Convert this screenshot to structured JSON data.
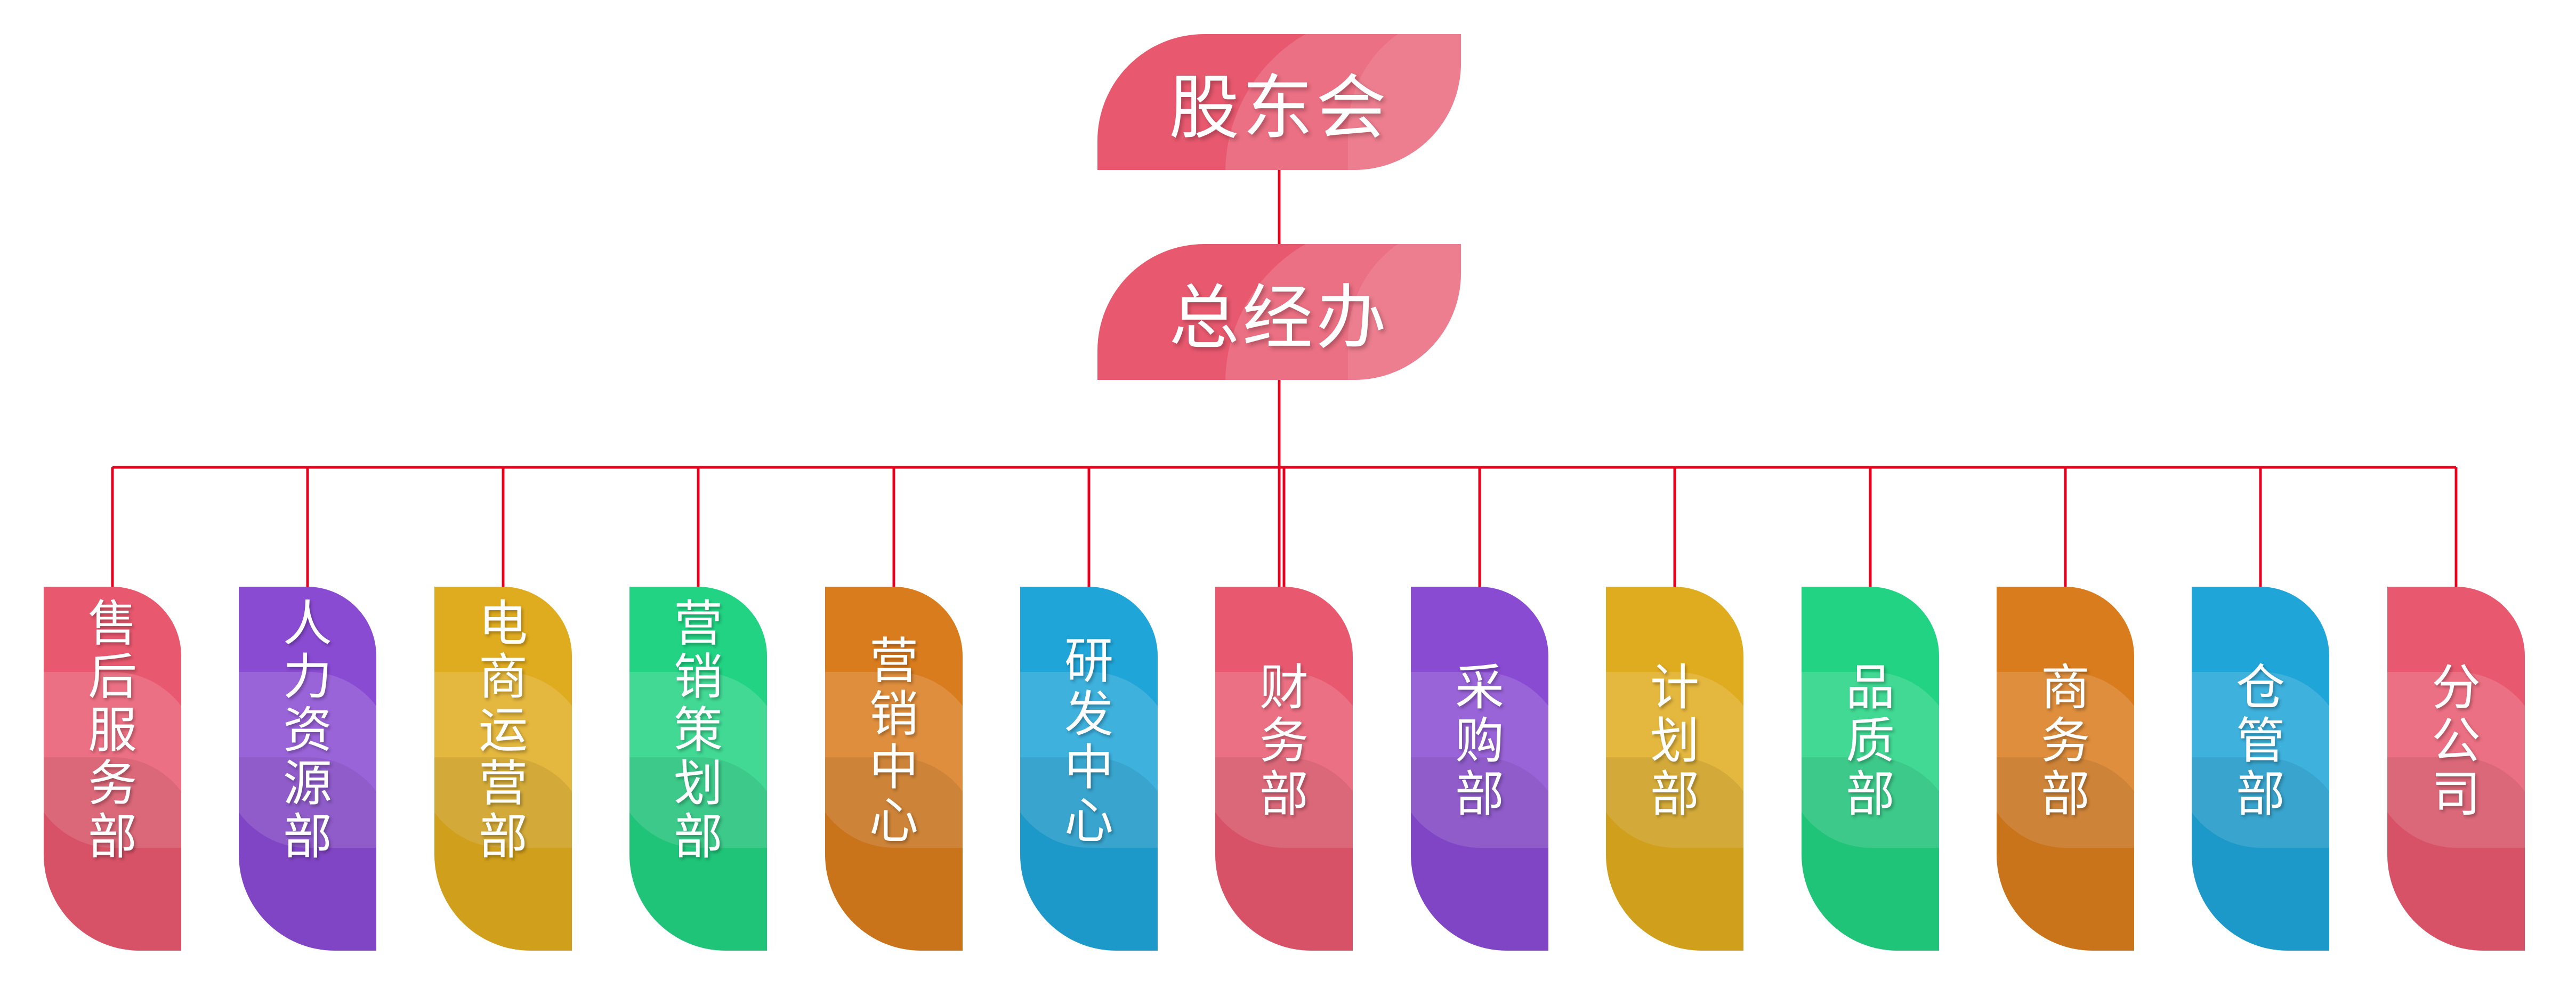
{
  "nodes": {
    "shareholders": {
      "label": "股东会",
      "color": "#e8596f"
    },
    "general_office": {
      "label": "总经办",
      "color": "#e8596f"
    }
  },
  "departments": [
    {
      "label": "售后服务部",
      "color": "#e8596f"
    },
    {
      "label": "人力资源部",
      "color": "#8a4bd3"
    },
    {
      "label": "电商运营部",
      "color": "#e0ac1f"
    },
    {
      "label": "营销策划部",
      "color": "#22d383"
    },
    {
      "label": "营销中心",
      "color": "#d97c1e"
    },
    {
      "label": "研发中心",
      "color": "#1fa5d8"
    },
    {
      "label": "财务部",
      "color": "#e8596f"
    },
    {
      "label": "采购部",
      "color": "#8a4bd3"
    },
    {
      "label": "计划部",
      "color": "#e0ac1f"
    },
    {
      "label": "品质部",
      "color": "#22d383"
    },
    {
      "label": "商务部",
      "color": "#d97c1e"
    },
    {
      "label": "仓管部",
      "color": "#1fa5d8"
    },
    {
      "label": "分公司",
      "color": "#e8596f"
    }
  ],
  "connector_color": "#e8001c"
}
